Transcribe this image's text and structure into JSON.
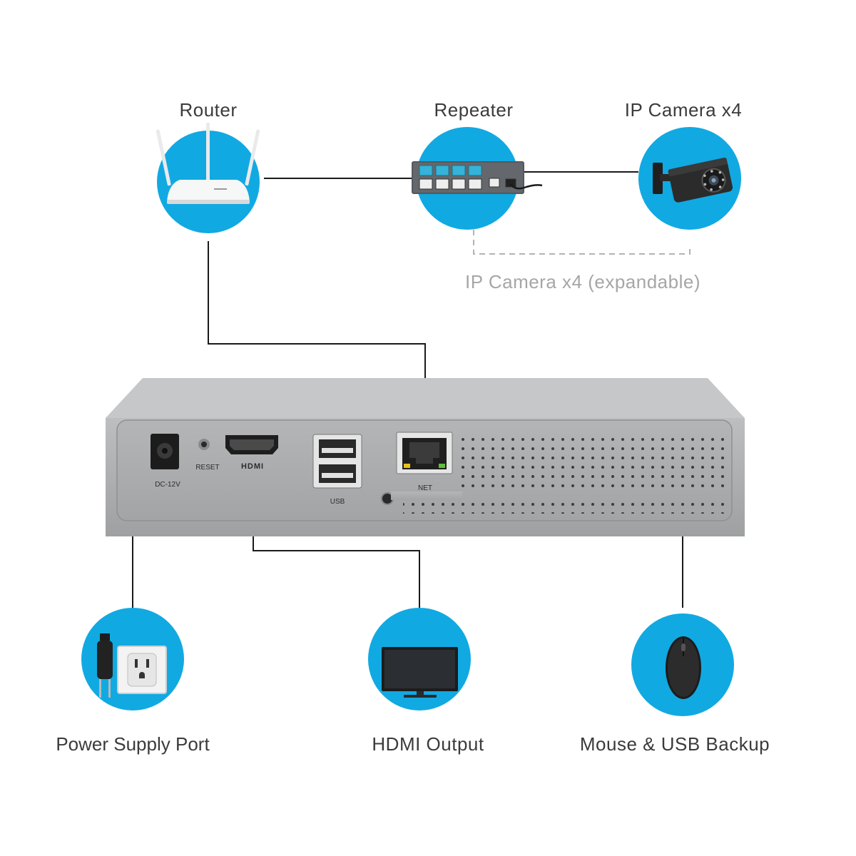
{
  "nodes": {
    "router": "Router",
    "repeater": "Repeater",
    "ip_camera": "IP Camera x4",
    "ip_camera_expandable": "IP Camera x4 (expandable)",
    "power": "Power Supply Port",
    "hdmi": "HDMI Output",
    "mouse_usb": "Mouse & USB Backup"
  },
  "device_ports": {
    "dc": "DC-12V",
    "reset": "RESET",
    "hdmi": "HDMI",
    "usb": "USB",
    "net": "NET"
  },
  "colors": {
    "accent": "#11a9e2",
    "line": "#1a1a1a",
    "dashed_line": "#b3b3b3",
    "device_body": "#a9aaac"
  },
  "icons": [
    "router-icon",
    "network-switch-icon",
    "ip-camera-icon",
    "power-plug-outlet-icon",
    "monitor-icon",
    "mouse-icon"
  ]
}
